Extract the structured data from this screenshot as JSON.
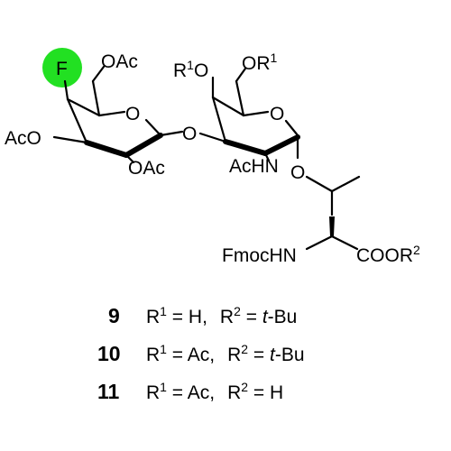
{
  "molecule": {
    "atoms": {
      "fluorine": "F",
      "oac_top": "OAc",
      "aco_left": "AcO",
      "oac_bottom": "OAc",
      "ring1_o": "O",
      "linker_o": "O",
      "r1o_prefix": "R",
      "r1o_sup": "1",
      "r1o_suffix": "O",
      "or1_prefix": "OR",
      "or1_sup": "1",
      "ring2_o": "O",
      "achn": "AcHN",
      "glyco_o": "O",
      "fmochn": "FmocHN",
      "coor_prefix": "COOR",
      "coor_sup": "2"
    },
    "highlight_color": "#22e022"
  },
  "legend": [
    {
      "num": "9",
      "r1": "1",
      "r1_val": " = H,",
      "r2": "2",
      "r2_val": " = ",
      "r2_italic": "t",
      "r2_rest": "-Bu"
    },
    {
      "num": "10",
      "r1": "1",
      "r1_val": " = Ac,",
      "r2": "2",
      "r2_val": " = ",
      "r2_italic": "t",
      "r2_rest": "-Bu"
    },
    {
      "num": "11",
      "r1": "1",
      "r1_val": " = Ac,",
      "r2": "2",
      "r2_val": " = H",
      "r2_italic": "",
      "r2_rest": ""
    }
  ]
}
